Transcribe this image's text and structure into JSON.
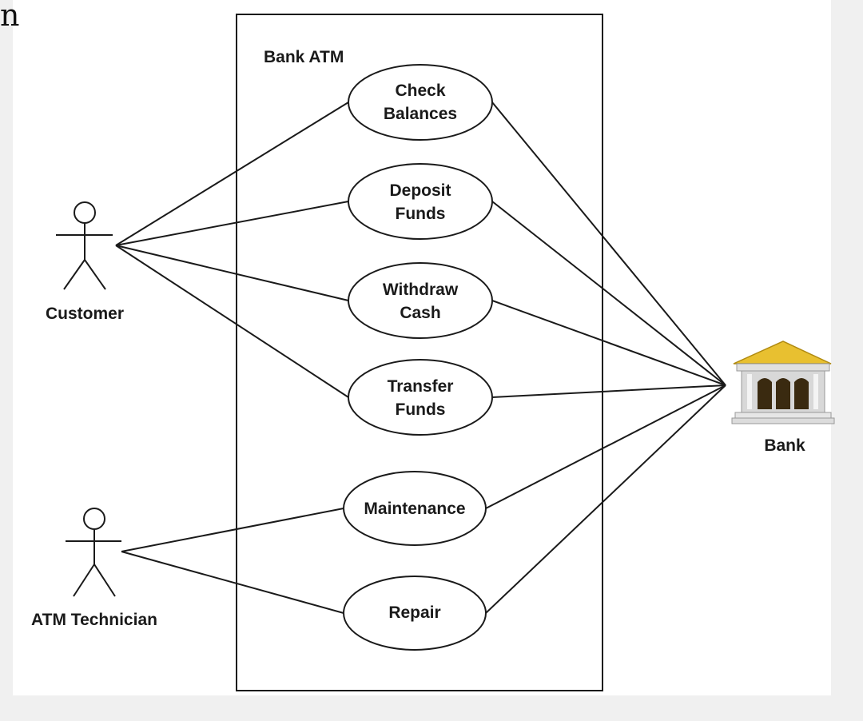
{
  "edge_glyph": "n",
  "system": {
    "name": "Bank ATM"
  },
  "actors": {
    "customer": "Customer",
    "technician": "ATM Technician",
    "bank": "Bank"
  },
  "use_cases": {
    "check_balances": {
      "line1": "Check",
      "line2": "Balances"
    },
    "deposit_funds": {
      "line1": "Deposit",
      "line2": "Funds"
    },
    "withdraw_cash": {
      "line1": "Withdraw",
      "line2": "Cash"
    },
    "transfer_funds": {
      "line1": "Transfer",
      "line2": "Funds"
    },
    "maintenance": {
      "line1": "Maintenance"
    },
    "repair": {
      "line1": "Repair"
    }
  },
  "colors": {
    "line": "#1a1a1a",
    "bank_roof": "#e8c030",
    "bank_body": "#d8d8d8",
    "bank_door": "#3a2a10"
  },
  "icons": {
    "bank": "bank-building-icon",
    "actor": "stick-figure-icon"
  }
}
